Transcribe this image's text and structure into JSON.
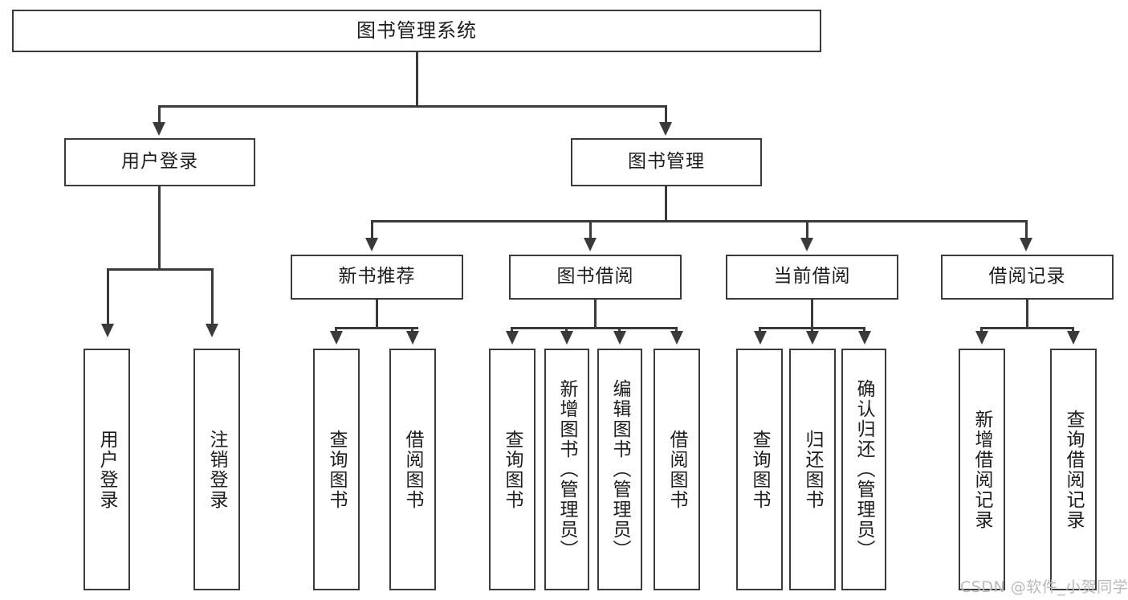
{
  "diagram": {
    "type": "tree",
    "title": "图书管理系统",
    "root": {
      "label": "图书管理系统",
      "orientation": "horizontal"
    },
    "level1": [
      {
        "id": "user-login",
        "label": "用户登录"
      },
      {
        "id": "book-manage",
        "label": "图书管理"
      }
    ],
    "level2": [
      {
        "id": "new-book-recommend",
        "label": "新书推荐",
        "parent": "book-manage"
      },
      {
        "id": "book-borrow",
        "label": "图书借阅",
        "parent": "book-manage"
      },
      {
        "id": "current-borrow",
        "label": "当前借阅",
        "parent": "book-manage"
      },
      {
        "id": "borrow-record",
        "label": "借阅记录",
        "parent": "book-manage"
      }
    ],
    "leaves": [
      {
        "id": "leaf-user-login",
        "label": "用户登录",
        "parent": "user-login"
      },
      {
        "id": "leaf-logout",
        "label": "注销登录",
        "parent": "user-login"
      },
      {
        "id": "leaf-query-book-1",
        "label": "查询图书",
        "parent": "new-book-recommend"
      },
      {
        "id": "leaf-borrow-book-1",
        "label": "借阅图书",
        "parent": "new-book-recommend"
      },
      {
        "id": "leaf-query-book-2",
        "label": "查询图书",
        "parent": "book-borrow"
      },
      {
        "id": "leaf-add-book",
        "label": "新增图书（管理员）",
        "parent": "book-borrow"
      },
      {
        "id": "leaf-edit-book",
        "label": "编辑图书（管理员）",
        "parent": "book-borrow"
      },
      {
        "id": "leaf-borrow-book-2",
        "label": "借阅图书",
        "parent": "book-borrow"
      },
      {
        "id": "leaf-query-book-3",
        "label": "查询图书",
        "parent": "current-borrow"
      },
      {
        "id": "leaf-return-book",
        "label": "归还图书",
        "parent": "current-borrow"
      },
      {
        "id": "leaf-confirm-return",
        "label": "确认归还（管理员）",
        "parent": "current-borrow"
      },
      {
        "id": "leaf-add-record",
        "label": "新增借阅记录",
        "parent": "borrow-record"
      },
      {
        "id": "leaf-query-record",
        "label": "查询借阅记录",
        "parent": "borrow-record"
      }
    ]
  },
  "watermark": {
    "text": "CSDN @软件_小贺同学"
  },
  "colors": {
    "stroke": "#3a3a3a",
    "text": "#1d1d1d",
    "background": "#ffffff",
    "watermark": "#b9b9b9"
  }
}
